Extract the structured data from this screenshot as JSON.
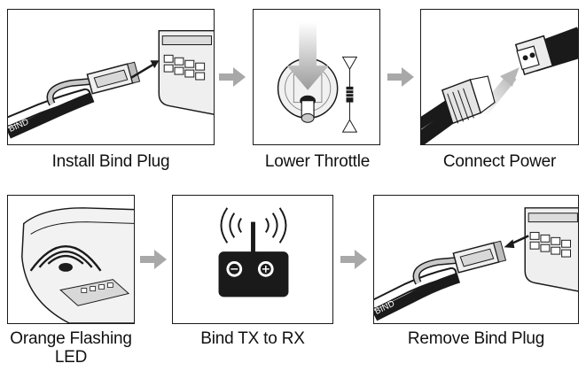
{
  "steps": [
    {
      "caption": "Install Bind Plug"
    },
    {
      "caption": "Lower Throttle"
    },
    {
      "caption": "Connect Power"
    },
    {
      "caption": "Orange Flashing LED"
    },
    {
      "caption": "Bind TX to RX"
    },
    {
      "caption": "Remove Bind Plug"
    }
  ],
  "cable_label": "BIND",
  "icons": {
    "step1": "bind-plug-insert-illustration",
    "step2": "throttle-stick-down-illustration",
    "step3": "power-connector-illustration",
    "step4": "flashing-led-illustration",
    "step5": "transmitter-icon",
    "step6": "bind-plug-remove-illustration",
    "flow": "gray-right-arrow-icon"
  },
  "colors": {
    "line": "#1a1a1a",
    "fill_light": "#ececec",
    "fill_mid": "#c9c9c9",
    "arrow_gray": "#a8a8a8",
    "tx_body": "#1a1a1a"
  }
}
